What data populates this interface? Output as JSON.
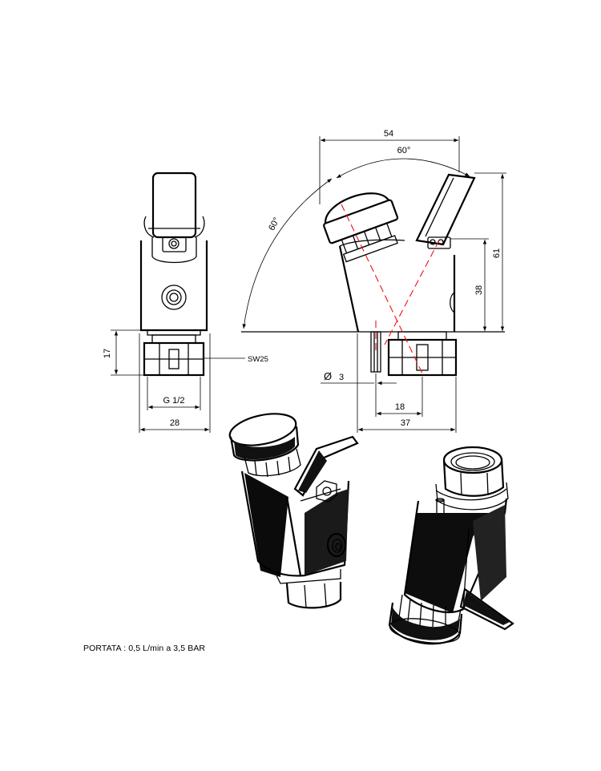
{
  "dimensions": {
    "d54": "54",
    "d60a": "60°",
    "d60b": "60°",
    "d61": "61",
    "d38": "38",
    "d17": "17",
    "sw": "SW25",
    "g12": "G 1/2",
    "d28": "28",
    "phi3": "3",
    "d18": "18",
    "d37": "37"
  },
  "note": "PORTATA : 0,5 L/min a 3,5 BAR",
  "colors": {
    "line": "#000000",
    "axis": "#ee1111"
  }
}
